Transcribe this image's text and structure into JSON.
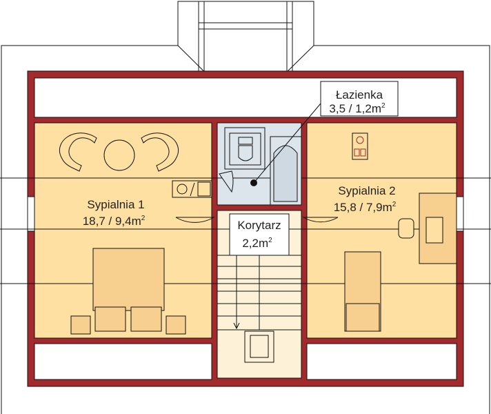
{
  "colors": {
    "wall": "#a2292c",
    "room": "#fde0a2",
    "bathroom": "#dde5ec",
    "corridor": "#fdf1d8",
    "furniture": "#f7cf8e"
  },
  "rooms": [
    {
      "name": "Sypialnia 1",
      "area": "18,7 / 9,4m",
      "unit_sup": "2"
    },
    {
      "name": "Łazienka",
      "area": "3,5 / 1,2m",
      "unit_sup": "2"
    },
    {
      "name": "Korytarz",
      "area": "2,2m",
      "unit_sup": "2"
    },
    {
      "name": "Sypialnia 2",
      "area": "15,8 / 7,9m",
      "unit_sup": "2"
    }
  ]
}
